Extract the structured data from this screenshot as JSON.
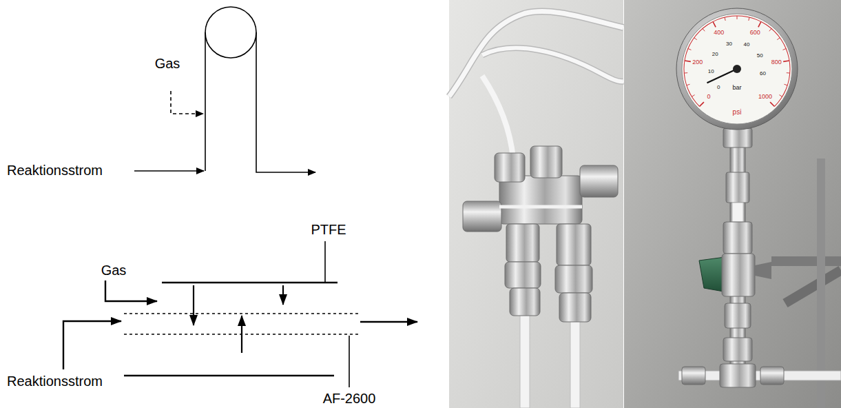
{
  "diagram": {
    "labels": [
      "Gas",
      "Reaktionsstrom",
      "PTFE",
      "Gas",
      "Reaktionsstrom",
      "AF-2600",
      "0",
      "200",
      "400",
      "600",
      "800",
      "1000",
      "psi",
      "0",
      "10",
      "20",
      "30",
      "40",
      "50",
      "60",
      "bar"
    ]
  }
}
